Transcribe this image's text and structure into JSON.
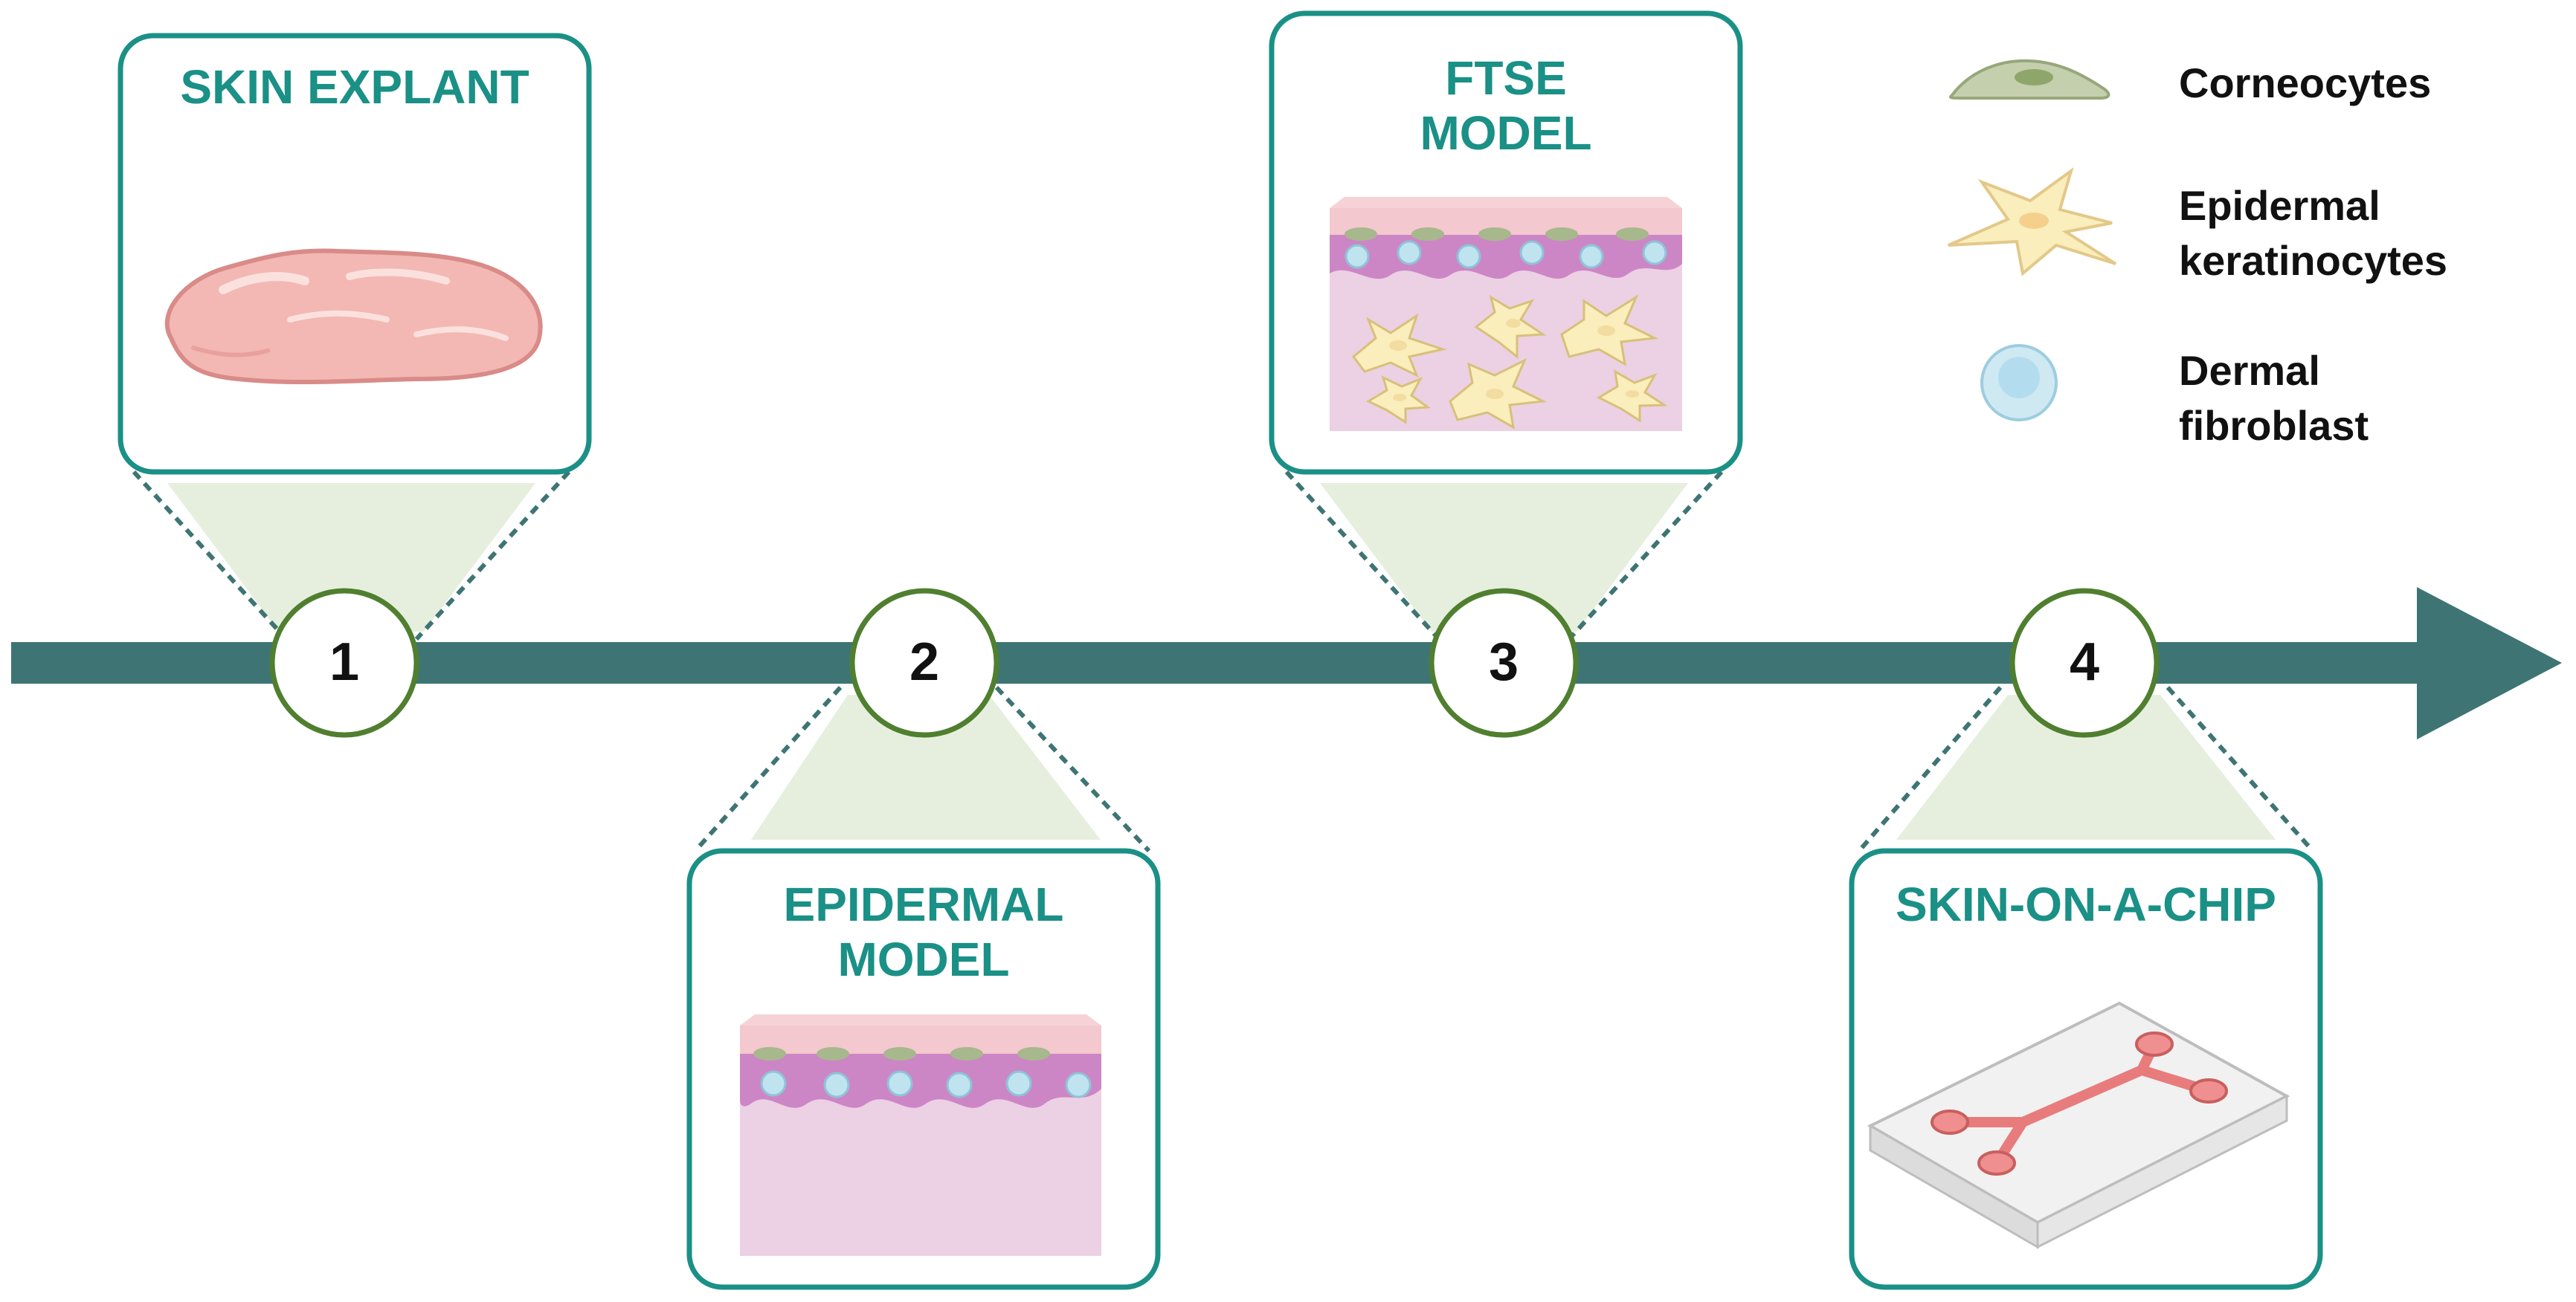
{
  "colors": {
    "arrow": "#3e7574",
    "box_border": "#1a9086",
    "node_border": "#4f7f2f",
    "title_teal": "#1a9086",
    "wedge_fill": "#e6efdd",
    "skin_pink": "#f3b8b4",
    "dermis": "#ecd0e3",
    "corneocyte": "#a7b88c",
    "keratinocyte": "#f9eebc",
    "fibroblast": "#bfe3ef"
  },
  "timeline": {
    "steps": [
      {
        "number": "1",
        "title": "SKIN EXPLANT",
        "position": "above"
      },
      {
        "number": "2",
        "title": "EPIDERMAL\nMODEL",
        "position": "below"
      },
      {
        "number": "3",
        "title": "FTSE\nMODEL",
        "position": "above"
      },
      {
        "number": "4",
        "title": "SKIN-ON-A-CHIP",
        "position": "below"
      }
    ]
  },
  "boxes": {
    "skin_explant": {
      "title": "SKIN EXPLANT",
      "icon": "skin-explant-tissue-icon"
    },
    "epidermal": {
      "title": "EPIDERMAL MODEL",
      "title_line1": "EPIDERMAL",
      "title_line2": "MODEL",
      "icon": "epidermal-model-icon"
    },
    "ftse": {
      "title": "FTSE MODEL",
      "title_line1": "FTSE",
      "title_line2": "MODEL",
      "icon": "ftse-model-icon"
    },
    "chip": {
      "title": "SKIN-ON-A-CHIP",
      "icon": "microfluidic-chip-icon"
    }
  },
  "legend": {
    "items": [
      {
        "label_line1": "Corneocytes",
        "label_line2": "",
        "icon": "corneocyte-icon"
      },
      {
        "label_line1": "Epidermal",
        "label_line2": "keratinocytes",
        "icon": "keratinocyte-icon"
      },
      {
        "label_line1": "Dermal",
        "label_line2": "fibroblast",
        "icon": "fibroblast-icon"
      }
    ]
  }
}
